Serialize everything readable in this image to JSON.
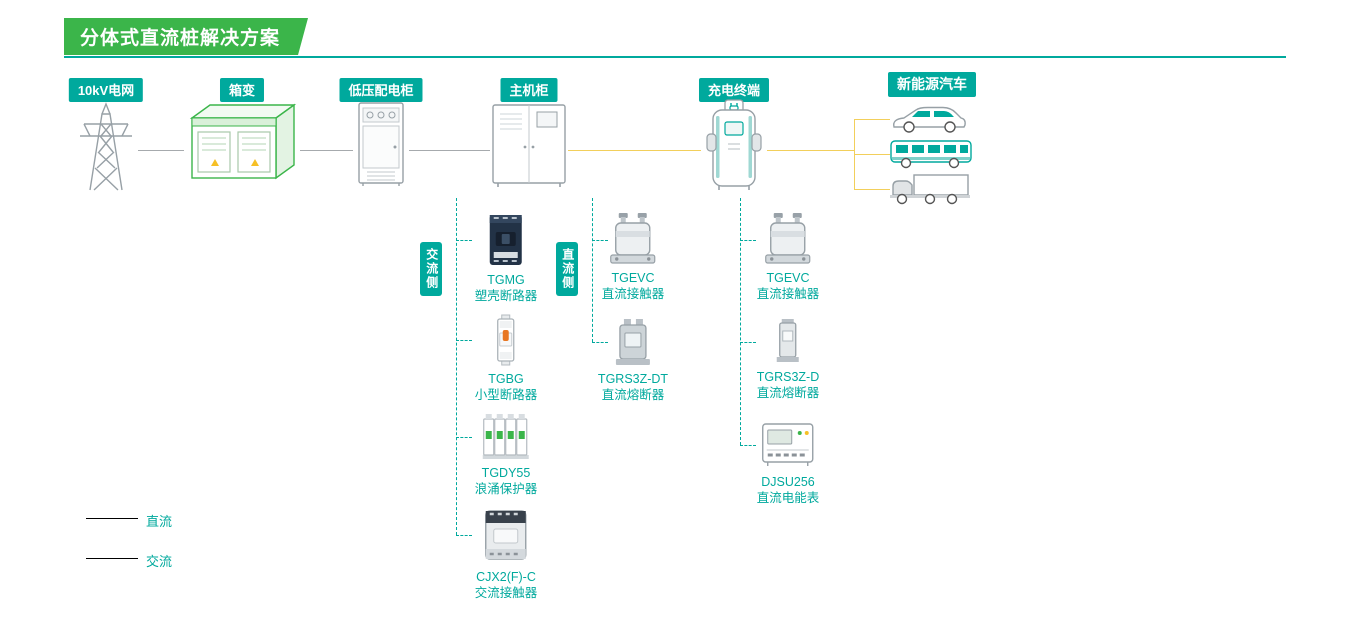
{
  "title": "分体式直流桩解决方案",
  "colors": {
    "teal": "#00A99D",
    "banner_green": "#3BB54A",
    "dc_line": "#F2CF5B",
    "ac_line": "#A6AAAD"
  },
  "chain": {
    "nodes": [
      {
        "label": "10kV电网"
      },
      {
        "label": "箱变"
      },
      {
        "label": "低压配电柜"
      },
      {
        "label": "主机柜"
      },
      {
        "label": "充电终端"
      },
      {
        "label": "新能源汽车"
      }
    ]
  },
  "branches": {
    "ac_side_label": "交流侧",
    "dc_side_label": "直流侧",
    "ac_products": [
      {
        "name": "TGMG",
        "desc": "塑壳断路器"
      },
      {
        "name": "TGBG",
        "desc": "小型断路器"
      },
      {
        "name": "TGDY55",
        "desc": "浪涌保护器"
      },
      {
        "name": "CJX2(F)-C",
        "desc": "交流接触器"
      }
    ],
    "dc_products": [
      {
        "name": "TGEVC",
        "desc": "直流接触器"
      },
      {
        "name": "TGRS3Z-DT",
        "desc": "直流熔断器"
      }
    ],
    "terminal_products": [
      {
        "name": "TGEVC",
        "desc": "直流接触器"
      },
      {
        "name": "TGRS3Z-D",
        "desc": "直流熔断器"
      },
      {
        "name": "DJSU256",
        "desc": "直流电能表"
      }
    ]
  },
  "legend": {
    "dc_label": "直流",
    "ac_label": "交流"
  },
  "icons": {
    "grid": "transmission-tower-icon",
    "transformer": "box-transformer-icon",
    "lv_cabinet": "lv-distribution-cabinet-icon",
    "main_cabinet": "main-cabinet-icon",
    "terminal": "charging-terminal-icon",
    "vehicles": [
      "car-icon",
      "bus-icon",
      "truck-icon"
    ]
  }
}
